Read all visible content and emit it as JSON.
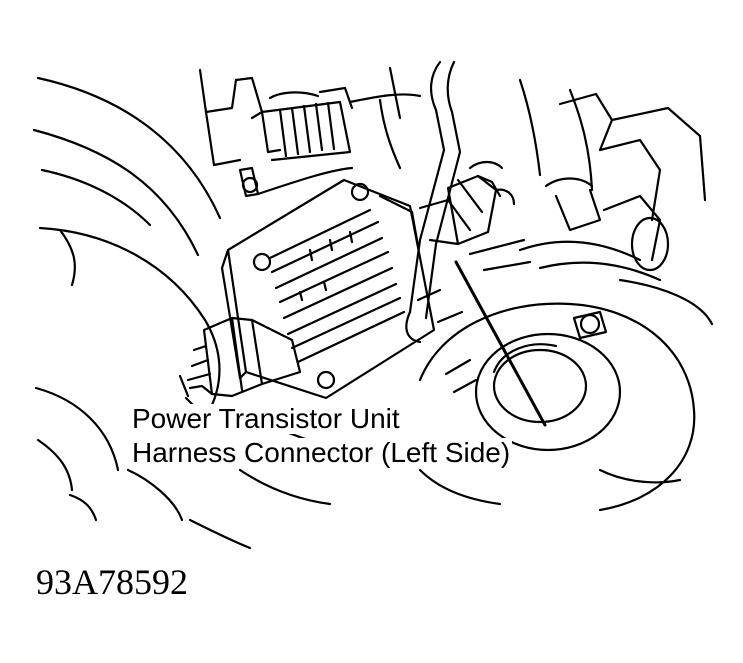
{
  "callout": {
    "line1": "Power Transistor Unit",
    "line2": "Harness Connector (Left Side)"
  },
  "figure_id": "93A78592",
  "colors": {
    "ink": "#000000",
    "paper": "#ffffff"
  }
}
